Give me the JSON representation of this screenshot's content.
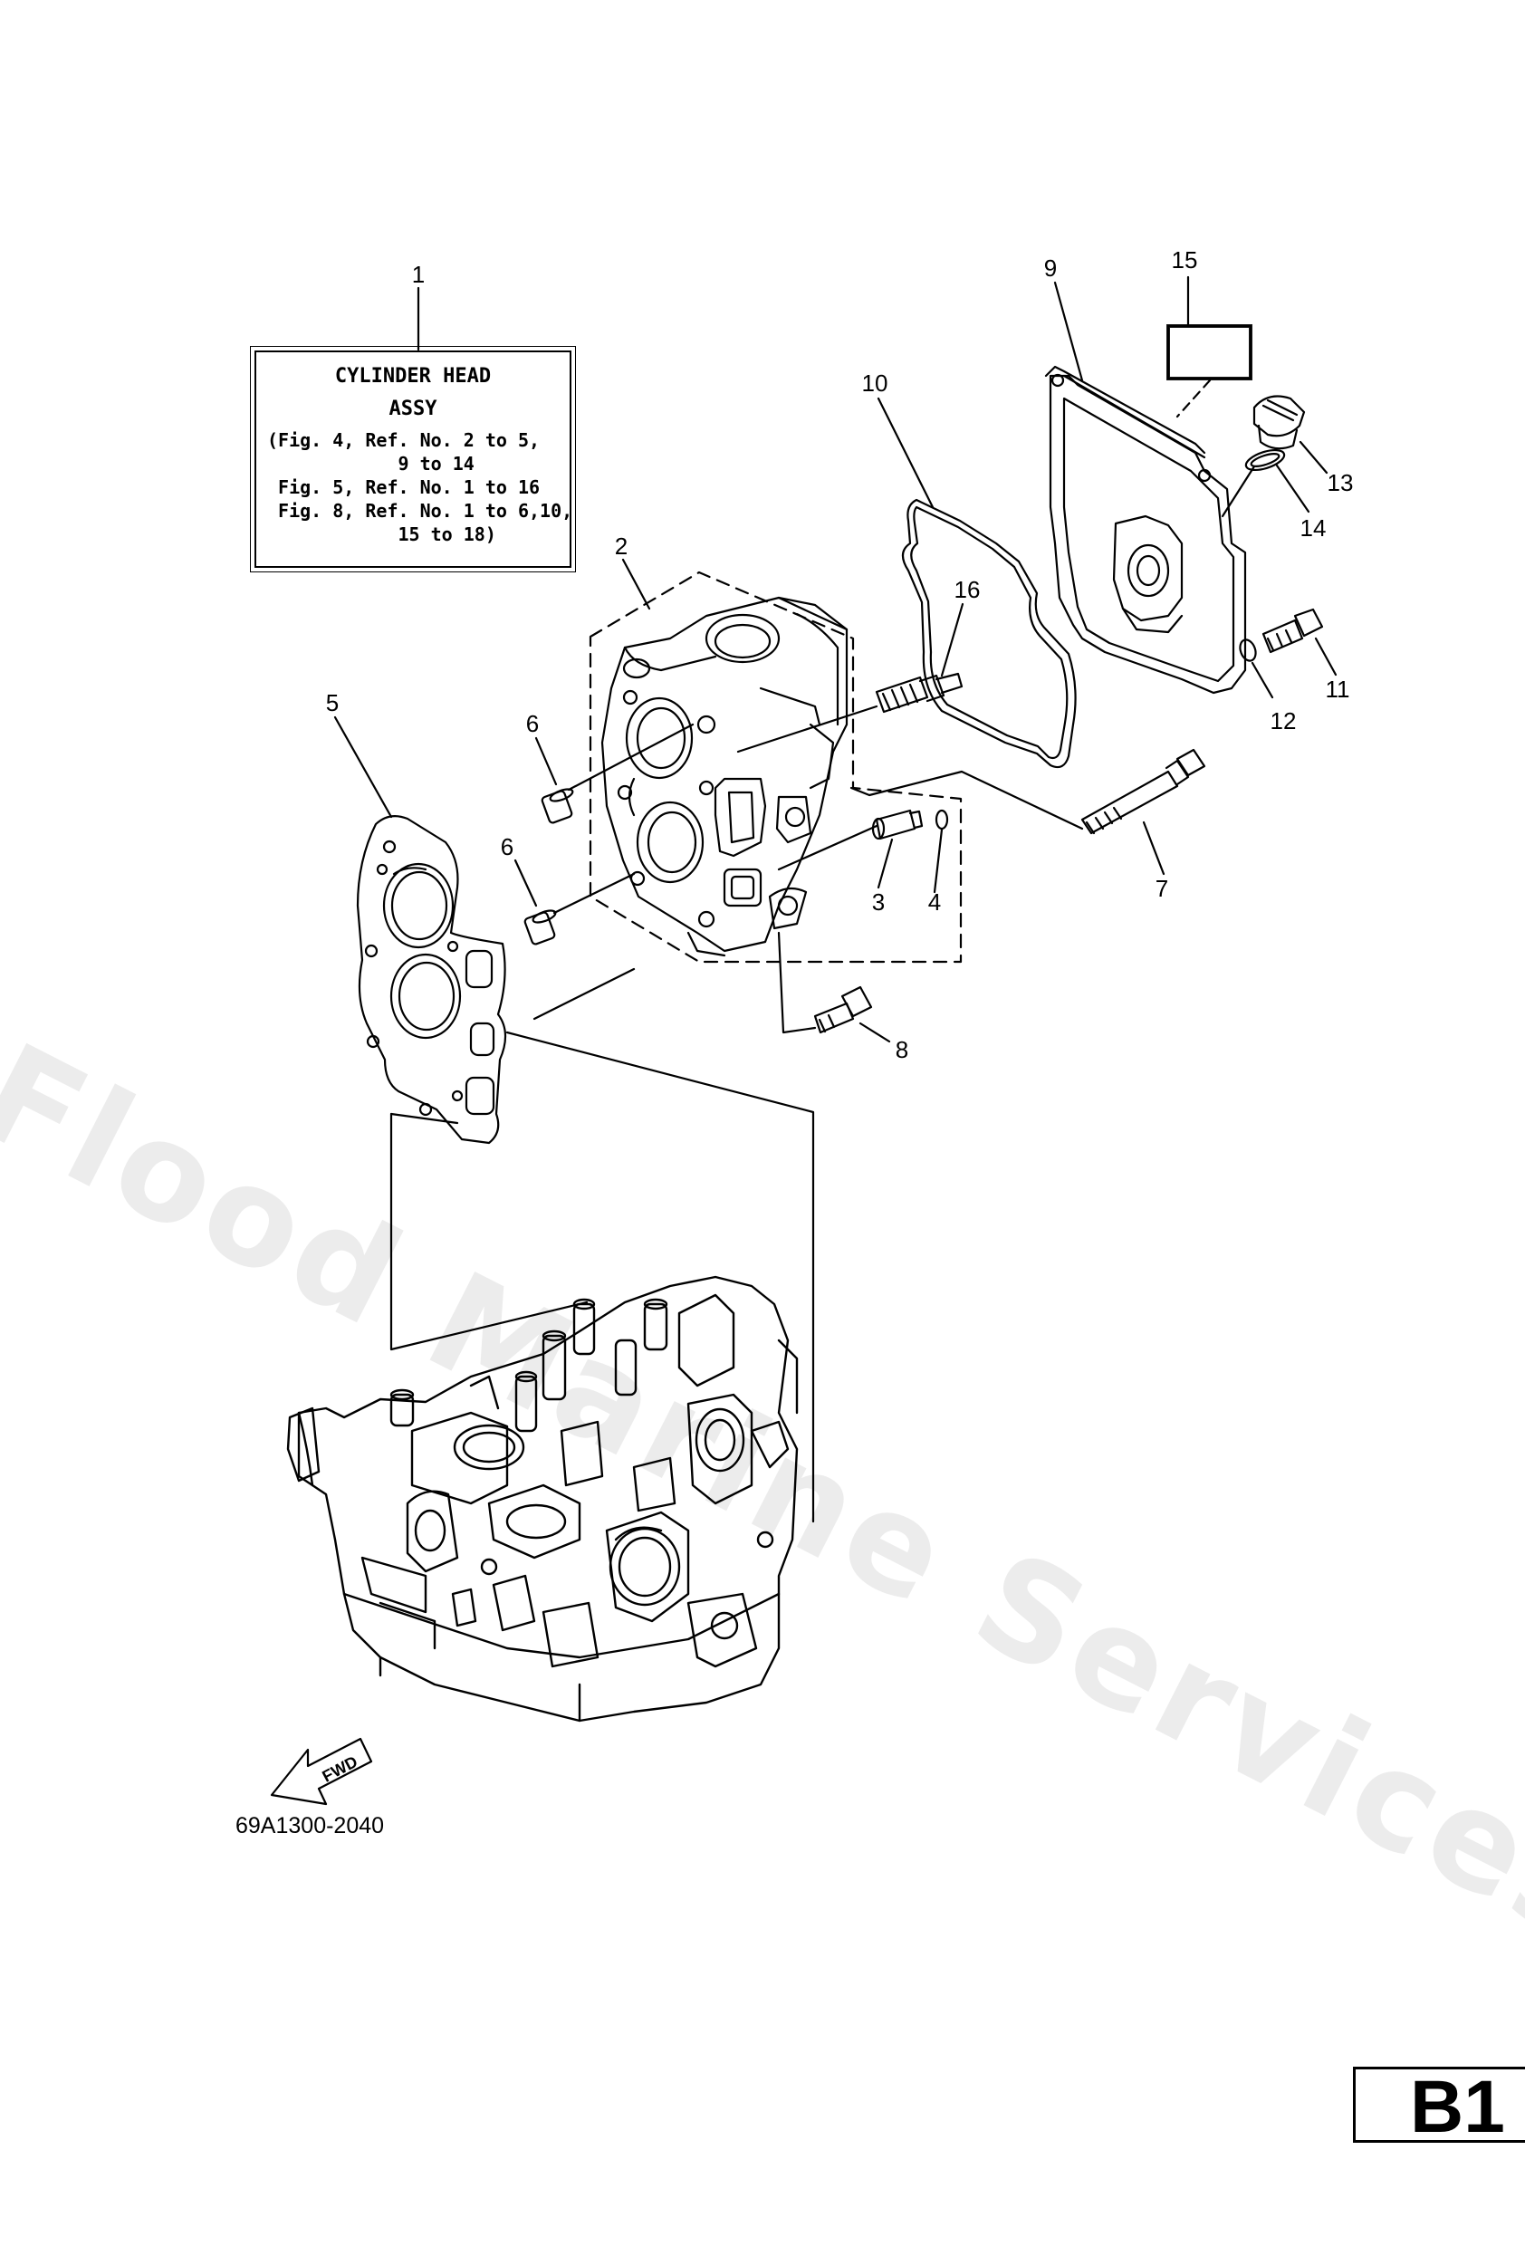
{
  "watermark": "Flood Marine Services",
  "assy_box": {
    "title_1": "CYLINDER HEAD",
    "title_2": "ASSY",
    "lines": [
      "(Fig. 4, Ref. No. 2 to 5,",
      "            9 to 14",
      " Fig. 5, Ref. No. 1 to 16",
      " Fig. 8, Ref. No. 1 to 6,10,",
      "            15 to 18)"
    ]
  },
  "callouts": {
    "c1": "1",
    "c2": "2",
    "c3": "3",
    "c4": "4",
    "c5": "5",
    "c6a": "6",
    "c6b": "6",
    "c7": "7",
    "c8": "8",
    "c9": "9",
    "c10": "10",
    "c11": "11",
    "c12": "12",
    "c13": "13",
    "c14": "14",
    "c15": "15",
    "c16": "16"
  },
  "fwd_label": "FWD",
  "part_code": "69A1300-2040",
  "page_tab": "B1"
}
